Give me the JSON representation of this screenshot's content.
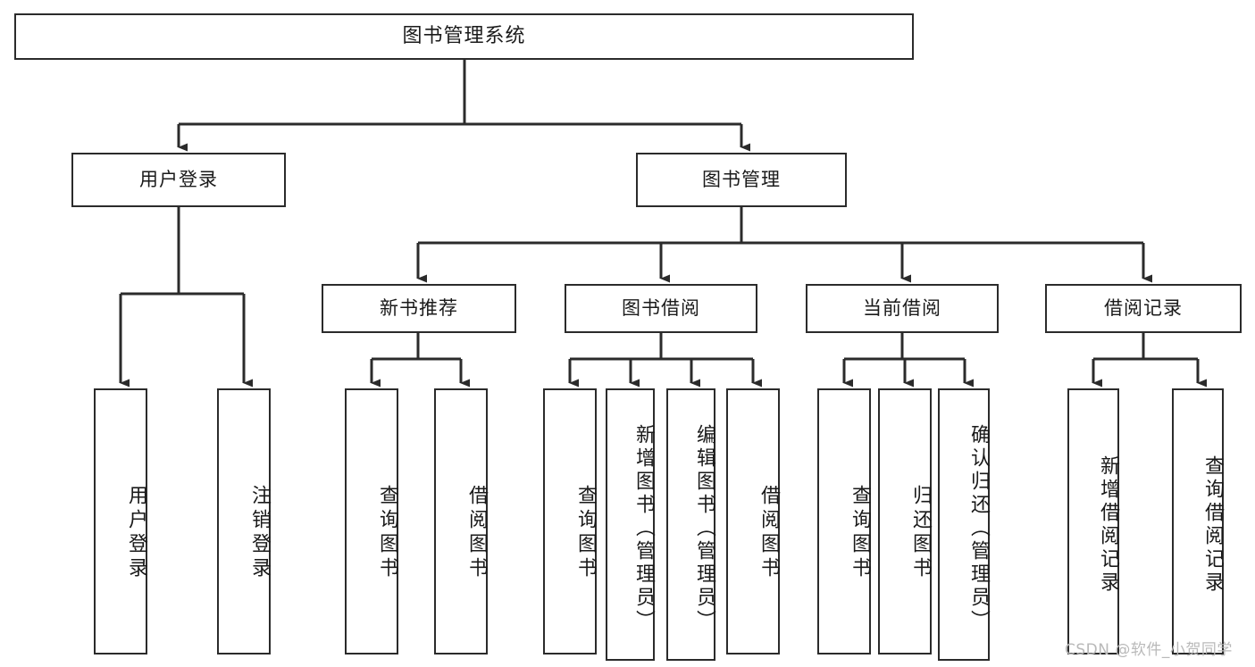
{
  "diagram": {
    "title": "图书管理系统",
    "type": "功能结构图",
    "watermark": "CSDN @软件_小贺同学",
    "colors": {
      "box_border": "#2b2b2b",
      "box_fill": "#ffffff",
      "connector": "#2b2b2b",
      "text": "#1a1a1a",
      "watermark": "#b9b9b9"
    },
    "levels": {
      "level1": [
        {
          "id": "root",
          "label": "图书管理系统"
        }
      ],
      "level2": [
        {
          "id": "user-login",
          "label": "用户登录"
        },
        {
          "id": "book-manage",
          "label": "图书管理"
        }
      ],
      "level3": [
        {
          "id": "new-book-recommend",
          "label": "新书推荐"
        },
        {
          "id": "book-borrow",
          "label": "图书借阅"
        },
        {
          "id": "current-borrow",
          "label": "当前借阅"
        },
        {
          "id": "borrow-record",
          "label": "借阅记录"
        }
      ],
      "level4": [
        {
          "id": "leaf-user-login",
          "label": "用户登录",
          "parent": "user-login"
        },
        {
          "id": "leaf-logout-login",
          "label": "注销登录",
          "parent": "user-login"
        },
        {
          "id": "leaf-query-book-1",
          "label": "查询图书",
          "parent": "new-book-recommend"
        },
        {
          "id": "leaf-borrow-book-1",
          "label": "借阅图书",
          "parent": "new-book-recommend"
        },
        {
          "id": "leaf-query-book-2",
          "label": "查询图书",
          "parent": "book-borrow"
        },
        {
          "id": "leaf-add-book",
          "label": "新增图书（管理员）",
          "parent": "book-borrow"
        },
        {
          "id": "leaf-edit-book",
          "label": "编辑图书（管理员）",
          "parent": "book-borrow"
        },
        {
          "id": "leaf-borrow-book-2",
          "label": "借阅图书",
          "parent": "book-borrow"
        },
        {
          "id": "leaf-query-book-3",
          "label": "查询图书",
          "parent": "current-borrow"
        },
        {
          "id": "leaf-return-book",
          "label": "归还图书",
          "parent": "current-borrow"
        },
        {
          "id": "leaf-confirm-return",
          "label": "确认归还（管理员）",
          "parent": "current-borrow"
        },
        {
          "id": "leaf-add-record",
          "label": "新增借阅记录",
          "parent": "borrow-record"
        },
        {
          "id": "leaf-query-record",
          "label": "查询借阅记录",
          "parent": "borrow-record"
        }
      ]
    }
  }
}
